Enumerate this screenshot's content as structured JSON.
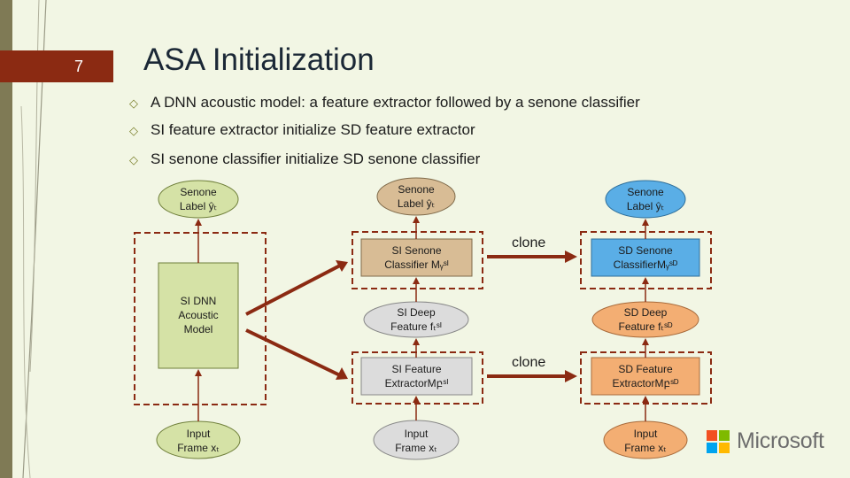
{
  "slide": {
    "number": "7",
    "title": "ASA Initialization",
    "bullets": [
      "A DNN acoustic model: a feature extractor followed by a senone classifier",
      "SI feature extractor initialize SD feature extractor",
      "SI senone classifier initialize SD senone classifier"
    ]
  },
  "diagram": {
    "left": {
      "senone": [
        "Senone",
        "Label ŷₜ"
      ],
      "model": [
        "SI DNN",
        "Acoustic",
        "Model"
      ],
      "input": [
        "Input",
        "Frame xₜ"
      ]
    },
    "middle": {
      "senone": [
        "Senone",
        "Label ŷₜ"
      ],
      "classifier": [
        "SI Senone",
        "Classifier Mᵧˢᴵ"
      ],
      "deep_feature": [
        "SI Deep",
        "Feature fₜˢᴵ"
      ],
      "extractor": [
        "SI Feature",
        "ExtractorMբˢᴵ"
      ],
      "input": [
        "Input",
        "Frame xₜ"
      ]
    },
    "right": {
      "senone": [
        "Senone",
        "Label ŷₜ"
      ],
      "classifier": [
        "SD Senone",
        "ClassifierMᵧˢᴰ"
      ],
      "deep_feature": [
        "SD Deep",
        "Feature fₜˢᴰ"
      ],
      "extractor": [
        "SD Feature",
        "ExtractorMբˢᴰ"
      ],
      "input": [
        "Input",
        "Frame xₜ"
      ]
    },
    "clone_label_top": "clone",
    "clone_label_bottom": "clone"
  },
  "logo": {
    "text": "Microsoft"
  },
  "colors": {
    "background": "#f2f6e4",
    "accent_red": "#8b2a12",
    "olive_node": "#d5e2a6",
    "gray_node": "#dcdcdc",
    "blue_node": "#5aaee6",
    "orange_node": "#f3ae73",
    "tan_node": "#d8bc95"
  }
}
